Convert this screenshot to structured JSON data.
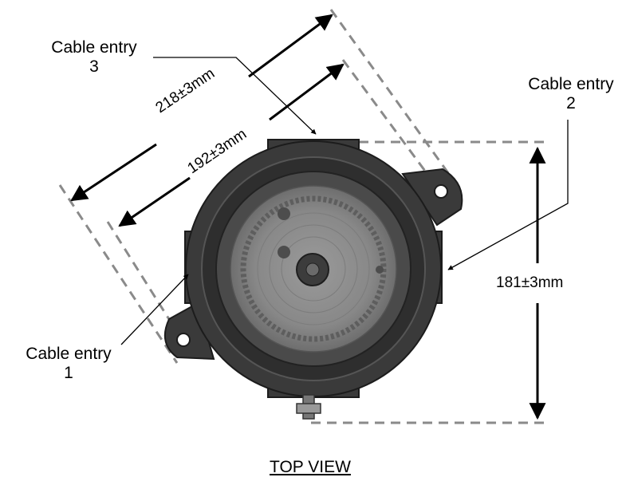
{
  "labels": {
    "entry3": {
      "line1": "Cable entry",
      "line2": "3"
    },
    "entry2": {
      "line1": "Cable entry",
      "line2": "2"
    },
    "entry1": {
      "line1": "Cable entry",
      "line2": "1"
    }
  },
  "dimensions": {
    "outer_width": "218±3mm",
    "inner_width": "192±3mm",
    "height": "181±3mm"
  },
  "caption": "TOP VIEW",
  "colors": {
    "housing": "#3a3a3a",
    "housing_dark": "#262626",
    "face": "#8c8c8c",
    "dashed": "#8a8a8a",
    "ink": "#000000"
  }
}
